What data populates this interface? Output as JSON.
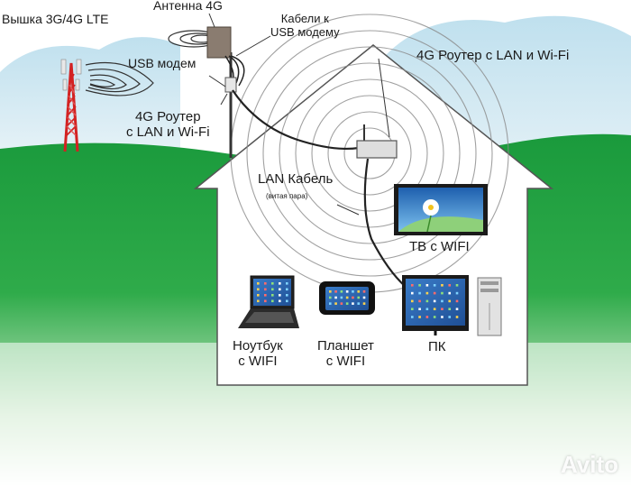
{
  "labels": {
    "tower": "Вышка 3G/4G LTE",
    "antenna": "Антенна 4G",
    "usb_cables_line1": "Кабели к",
    "usb_cables_line2": "USB модему",
    "usb_modem": "USB модем",
    "router_left_line1": "4G Роутер",
    "router_left_line2": "с LAN и Wi-Fi",
    "router_top": "4G Роутер с LAN и Wi-Fi",
    "lan_cable": "LAN Кабель",
    "lan_cable_sub": "(витая пара)",
    "tv": "ТВ с WIFI",
    "laptop_line1": "Ноутбук",
    "laptop_line2": "с WIFI",
    "tablet_line1": "Планшет",
    "tablet_line2": "с WIFI",
    "pc": "ПК"
  },
  "watermark": "Avito",
  "colors": {
    "sky": "#cfe6f1",
    "grass": "#1a9a3c",
    "tower_red": "#d32222",
    "house_outline": "#555555",
    "wave": "#8a8a8a",
    "screen_blue": "#2c6fb8"
  },
  "icons": [
    "cell-tower-icon",
    "antenna-icon",
    "usb-modem-icon",
    "router-icon",
    "tv-icon",
    "laptop-icon",
    "tablet-icon",
    "pc-monitor-icon",
    "pc-tower-icon"
  ]
}
